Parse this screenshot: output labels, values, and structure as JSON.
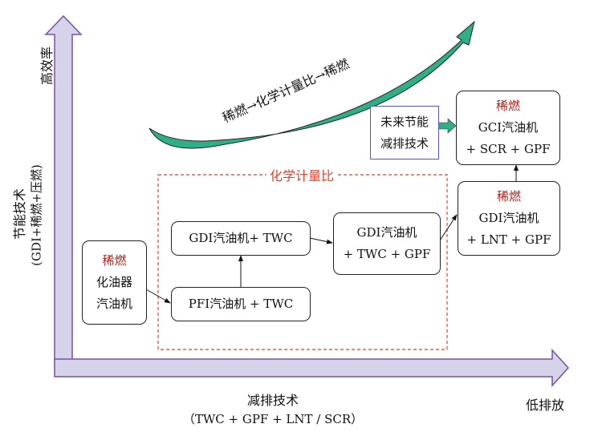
{
  "axes": {
    "y_top": "高效率",
    "y_label": "节能技术",
    "y_sub": "(GDI+稀燃+压燃)",
    "x_label": "减排技术",
    "x_sub": "（TWC + GPF + LNT / SCR）",
    "x_right": "低排放"
  },
  "trend": "稀燃→化学计量比→稀燃",
  "group": {
    "label": "化学计量比"
  },
  "boxes": {
    "carb": {
      "l1": "稀燃",
      "l2": "化油器",
      "l3": "汽油机"
    },
    "pfi": {
      "l1": "PFI汽油机 + TWC"
    },
    "gdi1": {
      "l1": "GDI汽油机+ TWC"
    },
    "gdi2": {
      "l1": "GDI汽油机",
      "l2": "+ TWC + GPF"
    },
    "gdi3": {
      "l1": "稀燃",
      "l2": "GDI汽油机",
      "l3": "+  LNT + GPF"
    },
    "gci": {
      "l1": "稀燃",
      "l2": "GCI汽油机",
      "l3": "+ SCR + GPF"
    },
    "future": {
      "l1": "未来节能",
      "l2": "减排技术"
    }
  },
  "colors": {
    "axis_fill": "#d4d3ea",
    "axis_stroke": "#7a4fa6",
    "curve": "#2eaf88",
    "accent_red": "#b0221a",
    "dashed": "#e8402a"
  }
}
